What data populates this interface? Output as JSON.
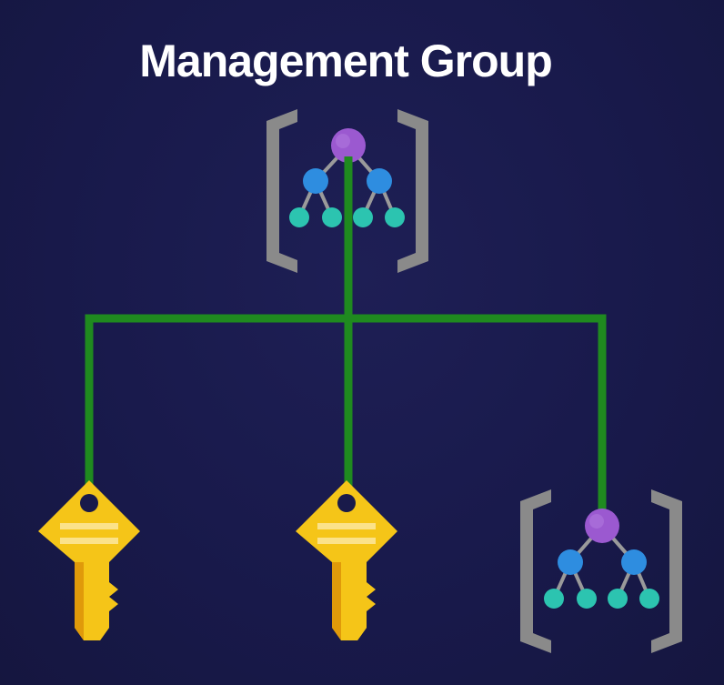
{
  "title": "Management Group",
  "colors": {
    "background": "#191a4a",
    "connector": "#1f8a1f",
    "bracket": "#8a8a8a",
    "root_node": "#9b59d0",
    "child_node": "#2e8de0",
    "leaf_node": "#2cc4b0",
    "key_body": "#f5c518",
    "key_shadow": "#e09a0a"
  },
  "nodes": [
    {
      "id": "top-management-group",
      "icon": "management-group-icon"
    },
    {
      "id": "subscription-left",
      "icon": "key-icon"
    },
    {
      "id": "subscription-middle",
      "icon": "key-icon"
    },
    {
      "id": "child-management-group",
      "icon": "management-group-icon"
    }
  ]
}
